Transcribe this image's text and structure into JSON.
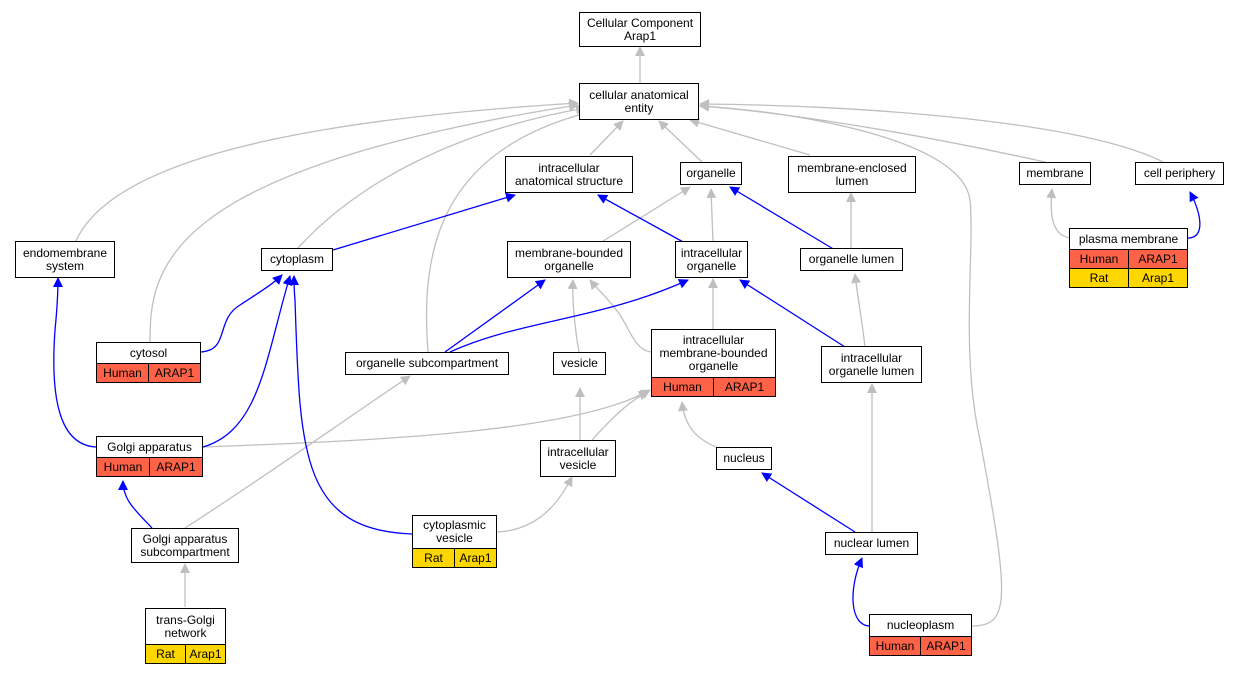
{
  "colors": {
    "edge_is_a": "#bfbfbf",
    "edge_part_of": "#0000ff",
    "human": "#ff6347",
    "rat": "#ffd700"
  },
  "nodes": {
    "root": "Cellular Component\nArap1",
    "cae": "cellular anatomical\nentity",
    "ias": "intracellular\nanatomical structure",
    "org": "organelle",
    "mel": "membrane-enclosed\nlumen",
    "mem": "membrane",
    "cp": "cell periphery",
    "ems": "endomembrane\nsystem",
    "cyt": "cytoplasm",
    "mbo": "membrane-bounded\norganelle",
    "io": "intracellular\norganelle",
    "ol": "organelle lumen",
    "pm": "plasma membrane",
    "cytosol": "cytosol",
    "osc": "organelle subcompartment",
    "ves": "vesicle",
    "imbo": "intracellular\nmembrane-bounded\norganelle",
    "iol": "intracellular\norganelle lumen",
    "golgi": "Golgi apparatus",
    "iv": "intracellular\nvesicle",
    "nuc": "nucleus",
    "gasc": "Golgi apparatus\nsubcompartment",
    "cv": "cytoplasmic\nvesicle",
    "nl": "nuclear lumen",
    "tgn": "trans-Golgi\nnetwork",
    "np": "nucleoplasm"
  },
  "annotations": {
    "pm": [
      [
        "Human",
        "ARAP1"
      ],
      [
        "Rat",
        "Arap1"
      ]
    ],
    "cytosol": [
      [
        "Human",
        "ARAP1"
      ]
    ],
    "imbo": [
      [
        "Human",
        "ARAP1"
      ]
    ],
    "golgi": [
      [
        "Human",
        "ARAP1"
      ]
    ],
    "cv": [
      [
        "Rat",
        "Arap1"
      ]
    ],
    "tgn": [
      [
        "Rat",
        "Arap1"
      ]
    ],
    "np": [
      [
        "Human",
        "ARAP1"
      ]
    ]
  }
}
